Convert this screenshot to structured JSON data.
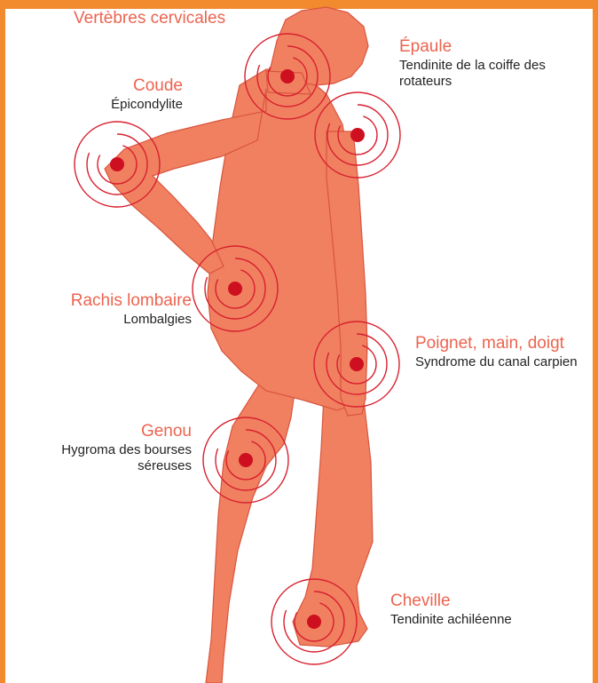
{
  "colors": {
    "frame": "#F28A2E",
    "body": "#F08060",
    "body_outline": "#D9553E",
    "target_ring": "#D8202F",
    "target_dot": "#CE0F1F",
    "zone_label": "#EC6450",
    "description": "#222222"
  },
  "points": [
    {
      "id": "cervical",
      "zone": "Vertèbres cervicales",
      "description": ""
    },
    {
      "id": "shoulder",
      "zone": "Épaule",
      "description": "Tendinite de la coiffe des rotateurs"
    },
    {
      "id": "elbow",
      "zone": "Coude",
      "description": "Épicondylite"
    },
    {
      "id": "lumbar",
      "zone": "Rachis lombaire",
      "description": "Lombalgies"
    },
    {
      "id": "wrist",
      "zone": "Poignet, main, doigt",
      "description": "Syndrome du canal carpien"
    },
    {
      "id": "knee",
      "zone": "Genou",
      "description": "Hygroma des bourses séreuses"
    },
    {
      "id": "ankle",
      "zone": "Cheville",
      "description": "Tendinite achiléenne"
    }
  ]
}
